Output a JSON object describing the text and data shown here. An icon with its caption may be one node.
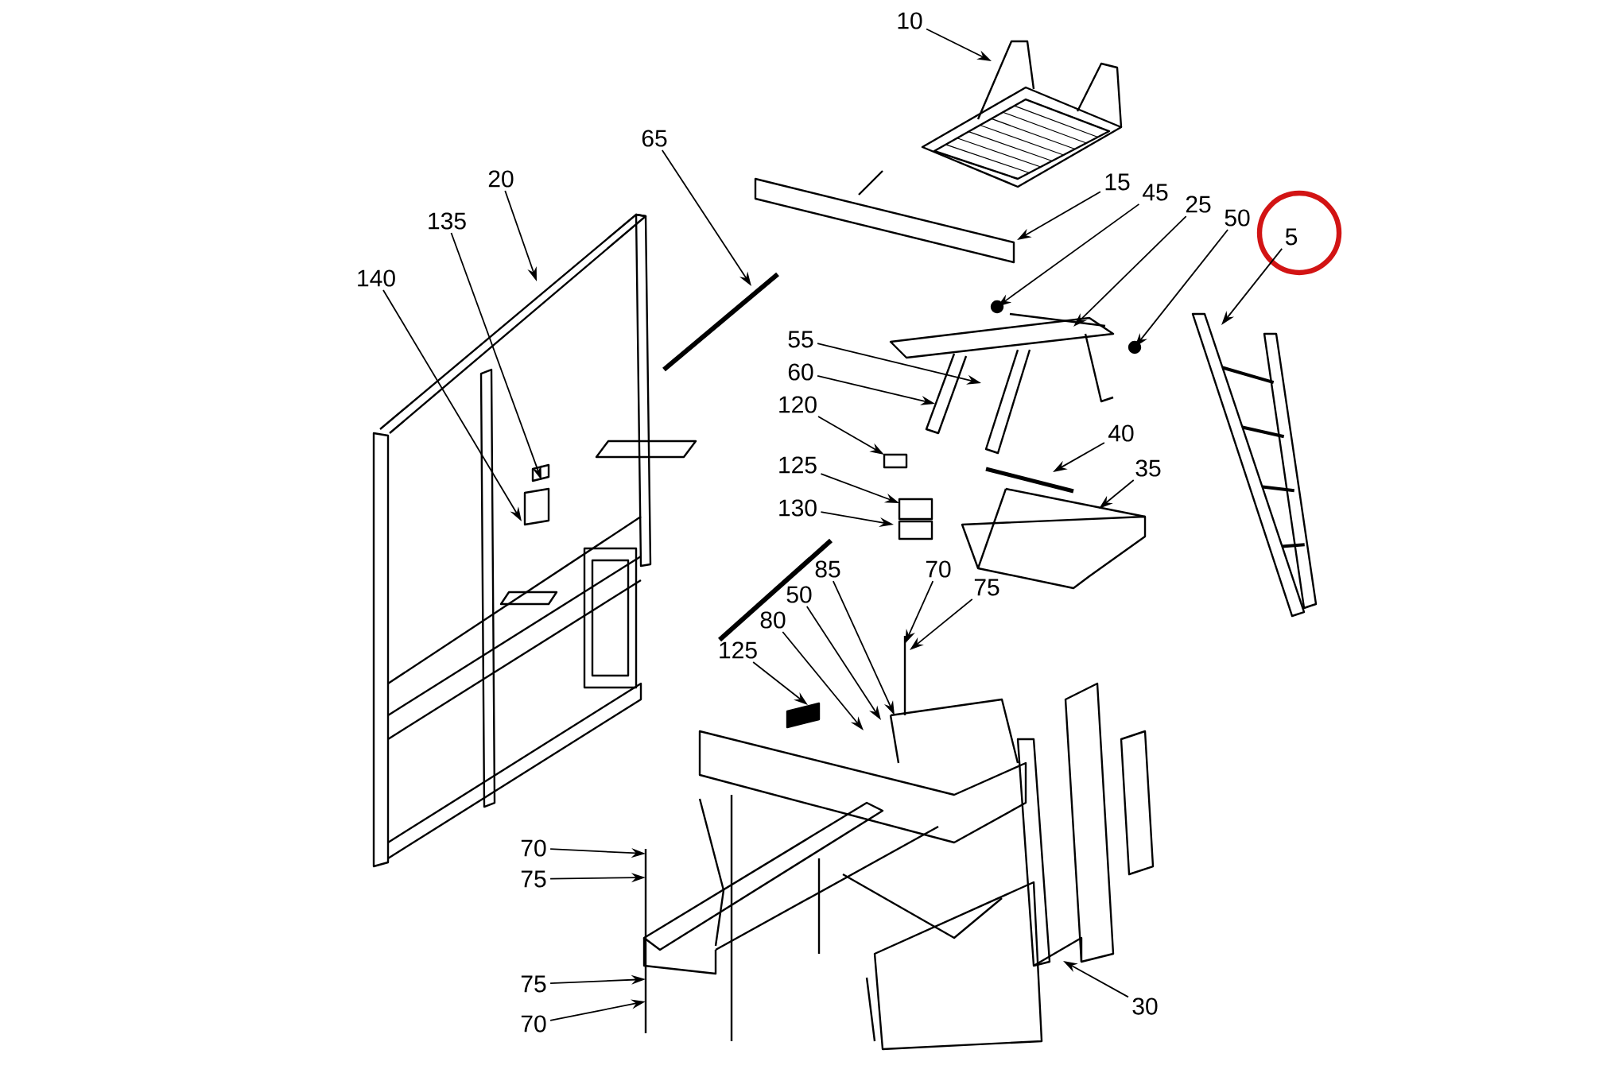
{
  "diagram": {
    "nodes": [
      {
        "text": [
          "10"
        ]
      },
      {
        "text": [
          "65"
        ]
      },
      {
        "text": [
          "15"
        ]
      },
      {
        "text": [
          "20"
        ]
      },
      {
        "text": [
          "45"
        ]
      },
      {
        "text": [
          "25"
        ]
      },
      {
        "text": [
          "50"
        ]
      },
      {
        "text": [
          "5"
        ]
      },
      {
        "text": [
          "135"
        ]
      },
      {
        "text": [
          "140"
        ]
      },
      {
        "text": [
          "55"
        ]
      },
      {
        "text": [
          "60"
        ]
      },
      {
        "text": [
          "120"
        ]
      },
      {
        "text": [
          "40"
        ]
      },
      {
        "text": [
          "125"
        ]
      },
      {
        "text": [
          "35"
        ]
      },
      {
        "text": [
          "130"
        ]
      },
      {
        "text": [
          "85"
        ]
      },
      {
        "text": [
          "70"
        ]
      },
      {
        "text": [
          "50"
        ]
      },
      {
        "text": [
          "75"
        ]
      },
      {
        "text": [
          "80"
        ]
      },
      {
        "text": [
          "125"
        ]
      },
      {
        "text": [
          "70"
        ]
      },
      {
        "text": [
          "75"
        ]
      },
      {
        "text": [
          "75"
        ]
      },
      {
        "text": [
          "70"
        ]
      },
      {
        "text": [
          "30"
        ]
      }
    ],
    "edges": [
      {
        "from": 0,
        "to": null,
        "arrow": "to"
      },
      {
        "from": 1,
        "to": null,
        "arrow": "to"
      },
      {
        "from": 2,
        "to": null,
        "arrow": "to"
      },
      {
        "from": 3,
        "to": null,
        "arrow": "to"
      },
      {
        "from": 4,
        "to": null,
        "arrow": "to"
      },
      {
        "from": 5,
        "to": null,
        "arrow": "to"
      },
      {
        "from": 6,
        "to": null,
        "arrow": "to"
      },
      {
        "from": 7,
        "to": null,
        "arrow": "to"
      },
      {
        "from": 8,
        "to": null,
        "arrow": "to"
      },
      {
        "from": 9,
        "to": null,
        "arrow": "to"
      },
      {
        "from": 10,
        "to": null,
        "arrow": "to"
      },
      {
        "from": 11,
        "to": null,
        "arrow": "to"
      },
      {
        "from": 12,
        "to": null,
        "arrow": "to"
      },
      {
        "from": 13,
        "to": null,
        "arrow": "to"
      },
      {
        "from": 14,
        "to": null,
        "arrow": "to"
      },
      {
        "from": 15,
        "to": null,
        "arrow": "to"
      },
      {
        "from": 16,
        "to": null,
        "arrow": "to"
      },
      {
        "from": 17,
        "to": null,
        "arrow": "to"
      },
      {
        "from": 18,
        "to": null,
        "arrow": "to"
      },
      {
        "from": 19,
        "to": null,
        "arrow": "to"
      },
      {
        "from": 20,
        "to": null,
        "arrow": "to"
      },
      {
        "from": 21,
        "to": null,
        "arrow": "to"
      },
      {
        "from": 22,
        "to": null,
        "arrow": "to"
      },
      {
        "from": 23,
        "to": null,
        "arrow": "to"
      },
      {
        "from": 24,
        "to": null,
        "arrow": "to"
      },
      {
        "from": 25,
        "to": null,
        "arrow": "to"
      },
      {
        "from": 26,
        "to": null,
        "arrow": "to"
      },
      {
        "from": 27,
        "to": null,
        "arrow": "to"
      }
    ]
  }
}
